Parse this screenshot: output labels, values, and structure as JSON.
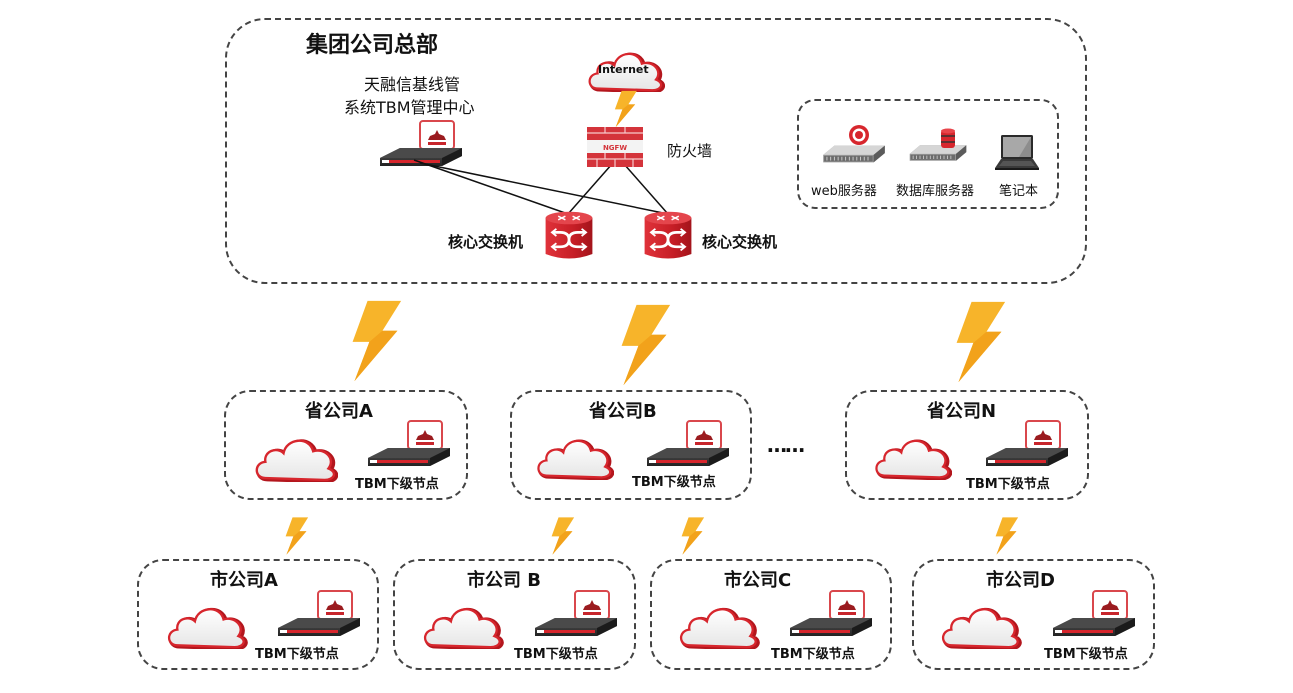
{
  "headquarters": {
    "title": "集团公司总部",
    "tbm_center_label_line1": "天融信基线管",
    "tbm_center_label_line2": "系统TBM管理中心",
    "internet_label": "Internet",
    "firewall_label": "防火墙",
    "firewall_badge": "NGFW",
    "core_switch_1_label": "核心交换机",
    "core_switch_2_label": "核心交换机",
    "servers": [
      {
        "label": "web服务器",
        "icon": "web-server-icon"
      },
      {
        "label": "数据库服务器",
        "icon": "database-server-icon"
      },
      {
        "label": "笔记本",
        "icon": "laptop-icon"
      }
    ]
  },
  "provinces": [
    {
      "title": "省公司A",
      "node_label": "TBM下级节点"
    },
    {
      "title": "省公司B",
      "node_label": "TBM下级节点"
    },
    {
      "title": "省公司N",
      "node_label": "TBM下级节点"
    }
  ],
  "ellipsis": "……",
  "cities": [
    {
      "title": "市公司A",
      "node_label": "TBM下级节点"
    },
    {
      "title": "市公司 B",
      "node_label": "TBM下级节点"
    },
    {
      "title": "市公司C",
      "node_label": "TBM下级节点"
    },
    {
      "title": "市公司D",
      "node_label": "TBM下级节点"
    }
  ],
  "colors": {
    "accent_red": "#d7262d",
    "lightning": "#f5b025",
    "border": "#444444"
  }
}
